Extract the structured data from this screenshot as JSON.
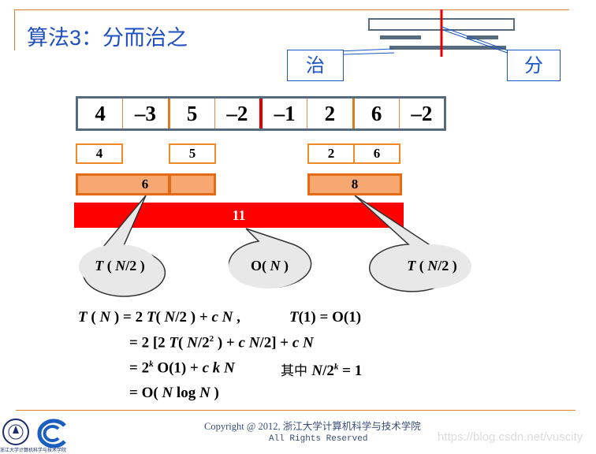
{
  "title": "算法3：分而治之",
  "labels": {
    "conquer": "治",
    "divide": "分"
  },
  "array": [
    "4",
    "–3",
    "5",
    "–2",
    "–1",
    "2",
    "6",
    "–2"
  ],
  "level1": {
    "a": "4",
    "b": "5",
    "c": "2",
    "d": "6"
  },
  "level2": {
    "left": "6",
    "right": "8"
  },
  "total": "11",
  "bubbles": {
    "left": [
      "T",
      " ( ",
      "N",
      "/2 )"
    ],
    "middle": [
      "O( ",
      "N",
      " )"
    ],
    "right": [
      "T",
      " ( ",
      "N",
      "/2 )"
    ]
  },
  "equations": {
    "l1": {
      "a": "T",
      "b": " ( ",
      "c": "N",
      "d": " ) = 2 ",
      "e": "T",
      "f": "( ",
      "g": "N",
      "h": "/2 ) + ",
      "i": "c N",
      "j": " ,",
      "k": "T",
      "l": "(1) = O(1)"
    },
    "l2": {
      "a": "= 2 [2 ",
      "b": "T",
      "c": "( ",
      "d": "N",
      "e": "/2",
      "sup": "2",
      "f": " ) + ",
      "g": "c N",
      "h": "/2] + ",
      "i": "c N"
    },
    "l3": {
      "a": "= 2",
      "sup": "k",
      "b": " O(1) + ",
      "c": "c k N",
      "d": "其中 ",
      "e": "N",
      "f": "/2",
      "sup2": "k",
      "g": " = 1"
    },
    "l4": {
      "a": "= O( ",
      "b": "N",
      "c": " log ",
      "d": "N",
      "e": " )"
    }
  },
  "footer": {
    "copyright": "Copyright @ 2012, 浙江大学计算机科学与技术学院",
    "rights": "All Rights Reserved",
    "watermark": "https://blog.csdn.net/vuscity",
    "seal_caption": "浙江大学计算机科学与技术学院"
  },
  "colors": {
    "title": "#1f4fbf",
    "accent_orange": "#e07b22",
    "bar_red": "#ff0000",
    "split_red": "#e00000"
  }
}
